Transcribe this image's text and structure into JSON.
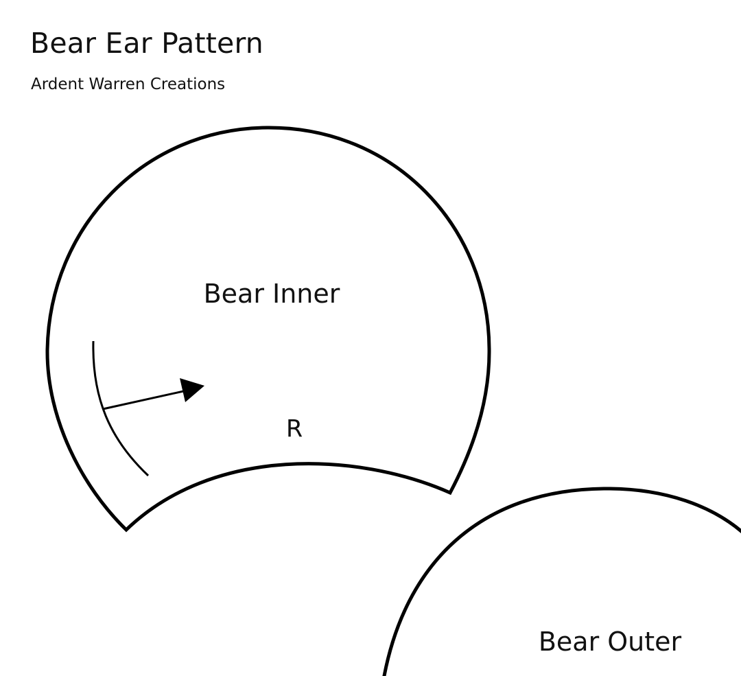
{
  "header": {
    "title": "Bear Ear Pattern",
    "subtitle": "Ardent Warren Creations"
  },
  "pieces": {
    "inner": {
      "label": "Bear Inner",
      "side_mark": "R"
    },
    "outer": {
      "label": "Bear Outer"
    }
  }
}
